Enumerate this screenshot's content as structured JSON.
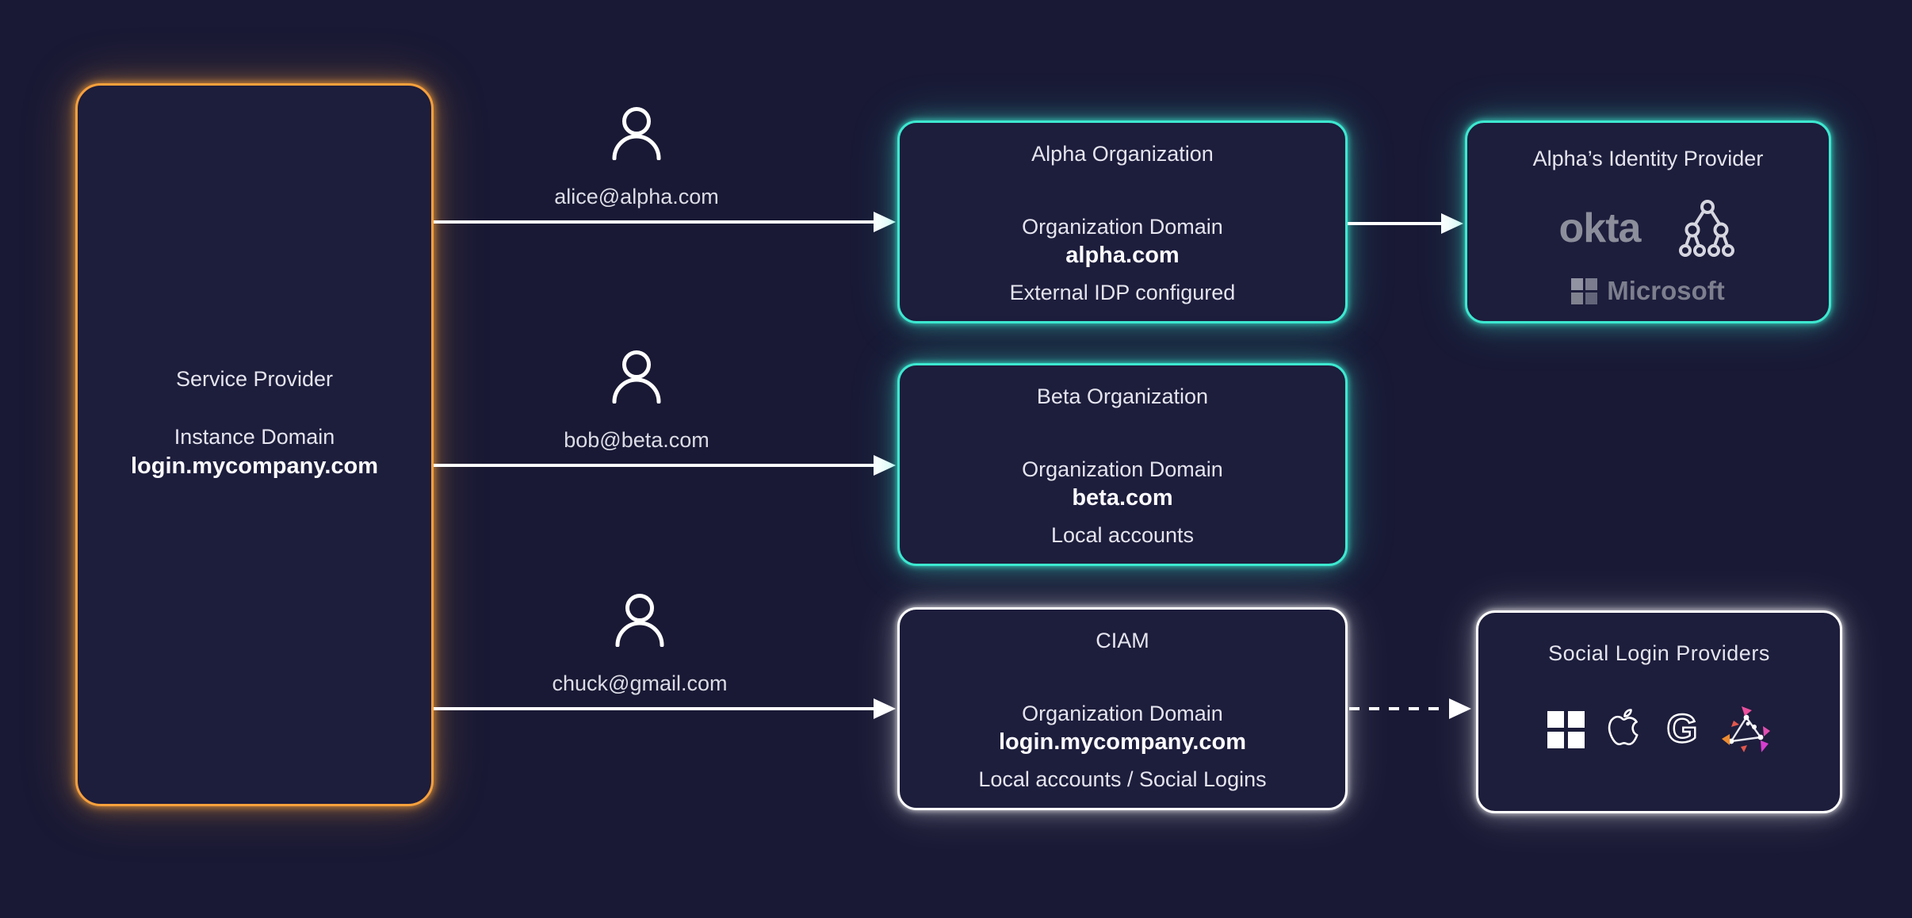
{
  "colors": {
    "background": "#191935",
    "panel_fill": "#1d1d3c",
    "teal_accent": "#3de8d0",
    "orange_accent": "#f7a03c",
    "white_accent": "#ffffff",
    "muted_logo_gray": "#8c8e9b"
  },
  "service_provider": {
    "title": "Service Provider",
    "domain_label": "Instance Domain",
    "domain": "login.mycompany.com"
  },
  "users": [
    {
      "email": "alice@alpha.com"
    },
    {
      "email": "bob@beta.com"
    },
    {
      "email": "chuck@gmail.com"
    }
  ],
  "organizations": [
    {
      "title": "Alpha Organization",
      "domain_label": "Organization Domain",
      "domain": "alpha.com",
      "note": "External IDP configured",
      "accent": "#3de8d0"
    },
    {
      "title": "Beta Organization",
      "domain_label": "Organization Domain",
      "domain": "beta.com",
      "note": "Local accounts",
      "accent": "#3de8d0"
    },
    {
      "title": "CIAM",
      "domain_label": "Organization Domain",
      "domain": "login.mycompany.com",
      "note": "Local accounts / Social Logins",
      "accent": "#ffffff"
    }
  ],
  "identity_provider": {
    "title": "Alpha’s Identity Provider",
    "okta_label": "okta",
    "microsoft_label": "Microsoft",
    "icons": [
      "okta-logo",
      "directory-tree-icon",
      "microsoft-logo"
    ]
  },
  "social_providers": {
    "title": "Social Login Providers",
    "icons": [
      "microsoft-icon",
      "apple-icon",
      "google-icon",
      "social-triangle-icon"
    ]
  },
  "connections": [
    {
      "from": "service-provider",
      "to": "alpha-organization",
      "label": "alice@alpha.com",
      "style": "solid"
    },
    {
      "from": "service-provider",
      "to": "beta-organization",
      "label": "bob@beta.com",
      "style": "solid"
    },
    {
      "from": "service-provider",
      "to": "ciam",
      "label": "chuck@gmail.com",
      "style": "solid"
    },
    {
      "from": "alpha-organization",
      "to": "alphas-identity-provider",
      "style": "solid"
    },
    {
      "from": "ciam",
      "to": "social-login-providers",
      "style": "dashed"
    }
  ]
}
